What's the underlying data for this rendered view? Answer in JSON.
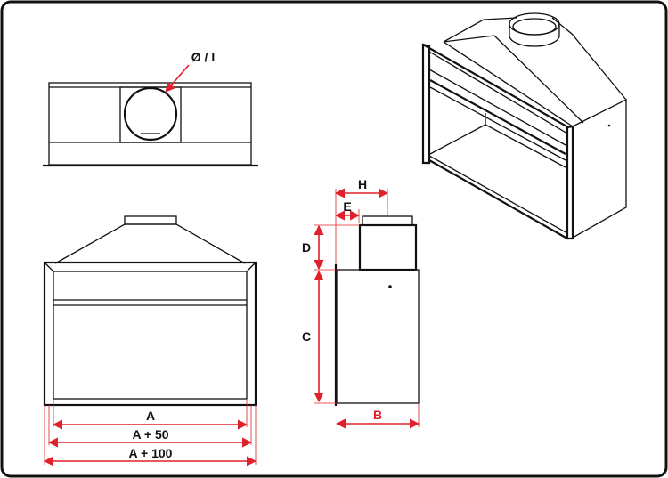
{
  "colors": {
    "dimension": "#e0202a",
    "line": "#111111",
    "frame": "#111111"
  },
  "top_view": {
    "diameter_label": "Ø / I"
  },
  "front_view": {
    "dim_a": "A",
    "dim_a50": "A + 50",
    "dim_a100": "A + 100"
  },
  "side_view": {
    "dim_b": "B",
    "dim_c": "C",
    "dim_d": "D",
    "dim_e": "E",
    "dim_h": "H"
  }
}
